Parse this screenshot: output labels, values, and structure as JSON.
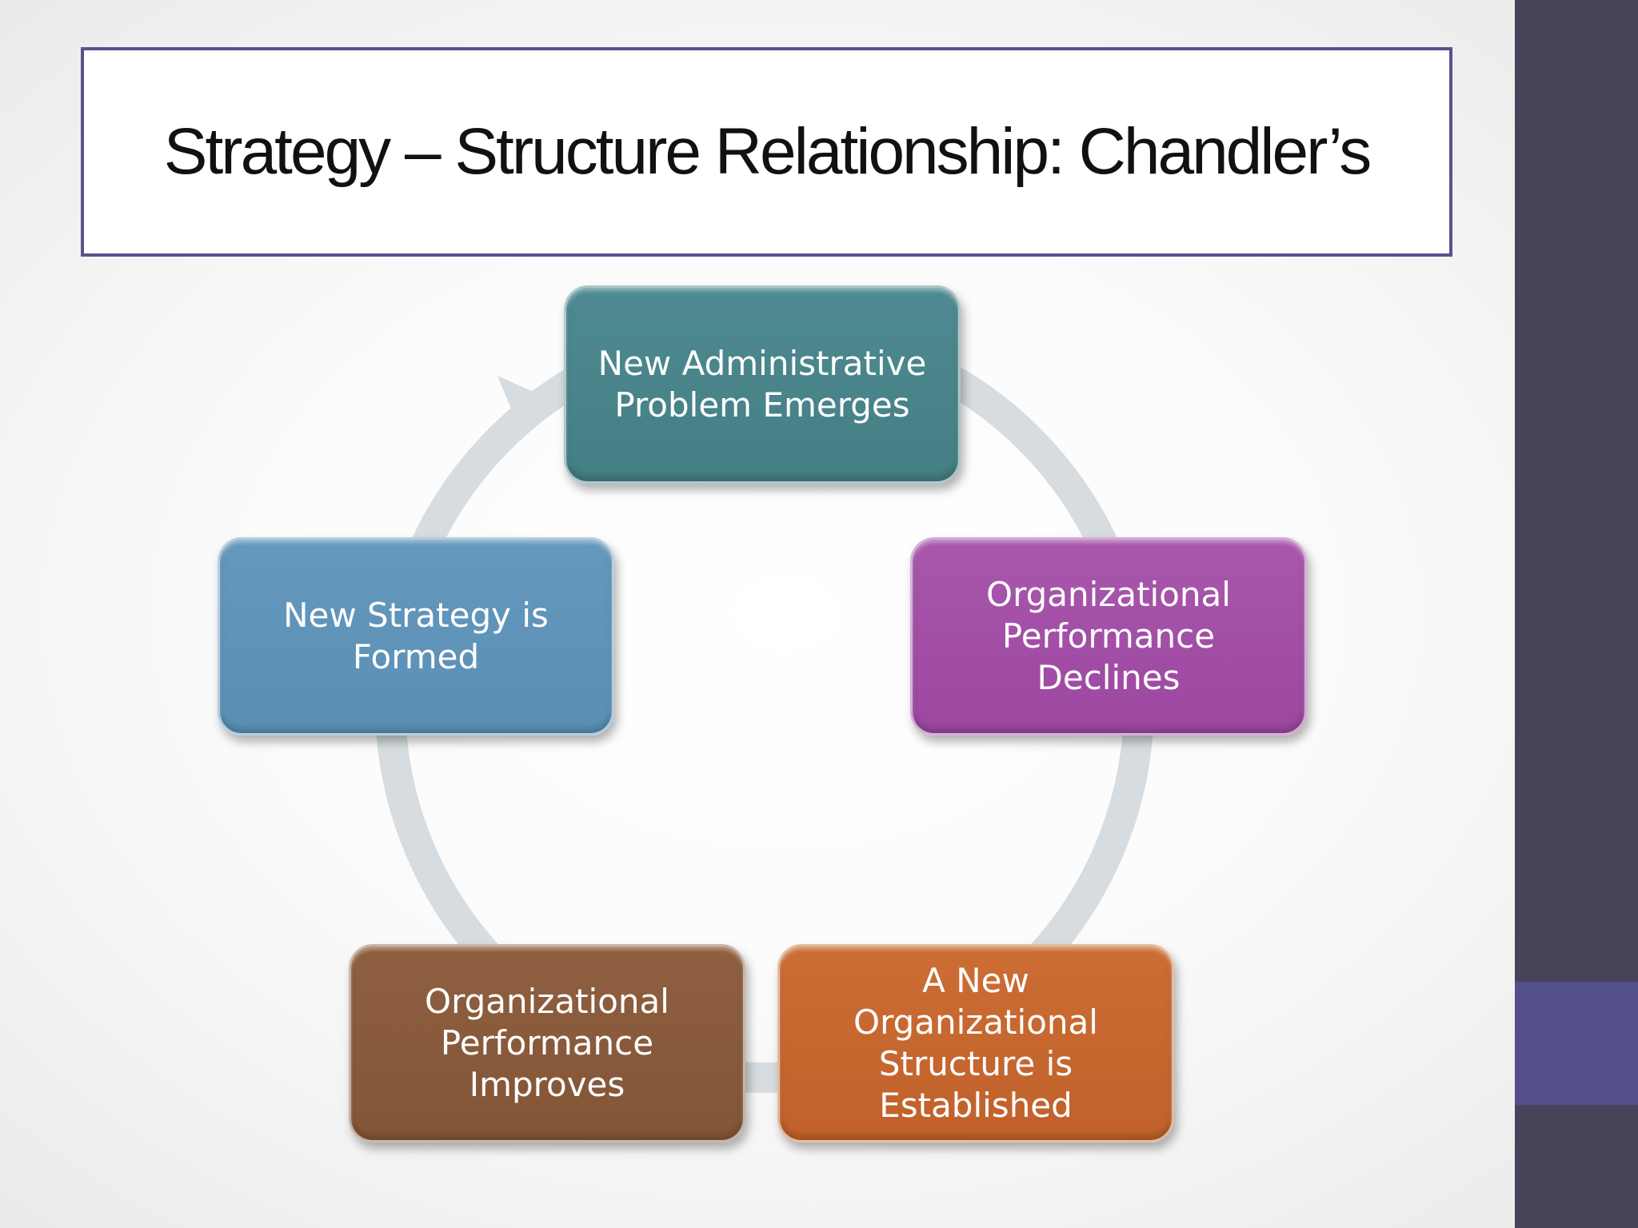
{
  "slide": {
    "title": "Strategy – Structure Relationship: Chandler’s"
  },
  "diagram": {
    "type": "cycle",
    "nodes": [
      {
        "label": "New Administrative Problem Emerges",
        "color": "#468287"
      },
      {
        "label": "Organizational Performance Declines",
        "color": "#a04ca4"
      },
      {
        "label": "A New Organizational Structure is Established",
        "color": "#c5652e"
      },
      {
        "label": "Organizational Performance Improves",
        "color": "#885a3b"
      },
      {
        "label": "New Strategy is Formed",
        "color": "#5e93b8"
      }
    ],
    "arrow_color": "#d6dcdf"
  },
  "theme": {
    "sidebar_color": "#474359",
    "sidebar_accent_color": "#534f8a",
    "title_border_color": "#5a528c"
  }
}
